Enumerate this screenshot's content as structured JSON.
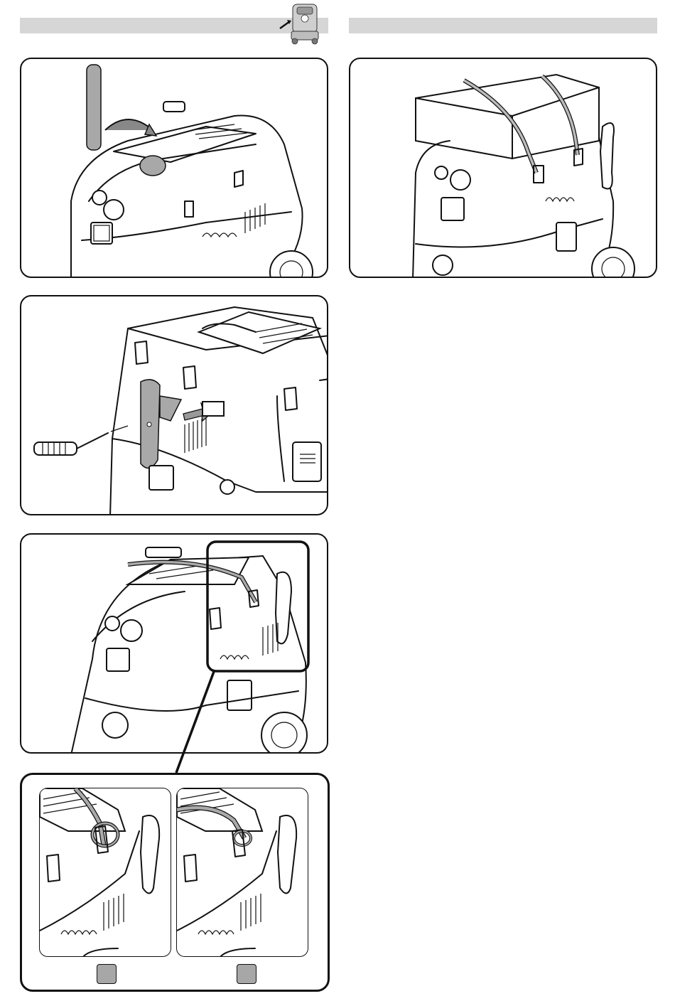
{
  "header": {
    "left_bar": "",
    "right_bar": "",
    "thumbnail_icon": "vacuum-thumbnail-icon"
  },
  "panels": [
    {
      "id": "step-tube-park",
      "icon": "suction-tube-icon"
    },
    {
      "id": "step-box-strapped",
      "icon": "box-strap-icon"
    },
    {
      "id": "step-hook-mount",
      "icon": "screwdriver-icon"
    },
    {
      "id": "step-strap-routing",
      "icon": "strap-routing-icon"
    }
  ],
  "detail": {
    "variants": [
      {
        "id": "variant-1",
        "badge_color": "#a7a7a7"
      },
      {
        "id": "variant-2",
        "badge_color": "#a7a7a7"
      }
    ]
  },
  "colors": {
    "bar": "#d6d6d6",
    "part_gray": "#a8a8a8",
    "outline": "#111111"
  }
}
